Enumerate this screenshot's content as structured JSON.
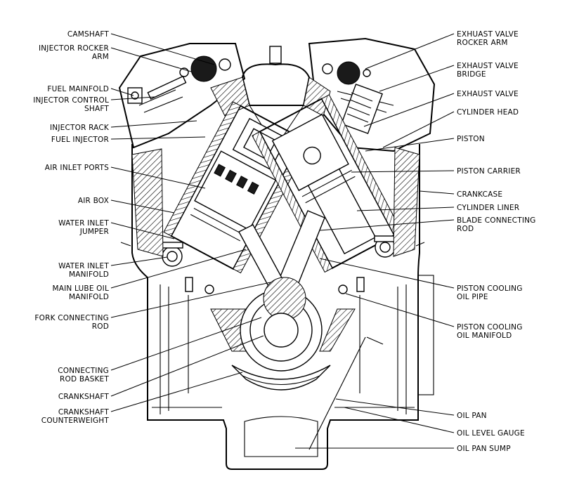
{
  "left_labels": [
    {
      "id": "camshaft",
      "lines": [
        "CAMSHAFT"
      ]
    },
    {
      "id": "injector-rocker-arm",
      "lines": [
        "INJECTOR ROCKER",
        "ARM"
      ]
    },
    {
      "id": "fuel-manifold",
      "lines": [
        "FUEL MAINFOLD"
      ]
    },
    {
      "id": "injector-control-shaft",
      "lines": [
        "INJECTOR CONTROL",
        "SHAFT"
      ]
    },
    {
      "id": "injector-rack",
      "lines": [
        "INJECTOR RACK"
      ]
    },
    {
      "id": "fuel-injector",
      "lines": [
        "FUEL INJECTOR"
      ]
    },
    {
      "id": "air-inlet-ports",
      "lines": [
        "AIR INLET PORTS"
      ]
    },
    {
      "id": "air-box",
      "lines": [
        "AIR BOX"
      ]
    },
    {
      "id": "water-inlet-jumper",
      "lines": [
        "WATER INLET",
        "JUMPER"
      ]
    },
    {
      "id": "water-inlet-manifold",
      "lines": [
        "WATER INLET",
        "MANIFOLD"
      ]
    },
    {
      "id": "main-lube-oil-manifold",
      "lines": [
        "MAIN LUBE OIL",
        "MANIFOLD"
      ]
    },
    {
      "id": "fork-connecting-rod",
      "lines": [
        "FORK CONNECTING",
        "ROD"
      ]
    },
    {
      "id": "connecting-rod-basket",
      "lines": [
        "CONNECTING",
        "ROD BASKET"
      ]
    },
    {
      "id": "crankshaft",
      "lines": [
        "CRANKSHAFT"
      ]
    },
    {
      "id": "crankshaft-counterweight",
      "lines": [
        "CRANKSHAFT",
        "COUNTERWEIGHT"
      ]
    }
  ],
  "right_labels": [
    {
      "id": "exhaust-valve-rocker-arm",
      "lines": [
        "EXHUAST VALVE",
        "ROCKER ARM"
      ]
    },
    {
      "id": "exhaust-valve-bridge",
      "lines": [
        "EXHAUST VALVE",
        "BRIDGE"
      ]
    },
    {
      "id": "exhaust-valve",
      "lines": [
        "EXHAUST VALVE"
      ]
    },
    {
      "id": "cylinder-head",
      "lines": [
        "CYLINDER HEAD"
      ]
    },
    {
      "id": "piston",
      "lines": [
        "PISTON"
      ]
    },
    {
      "id": "piston-carrier",
      "lines": [
        "PISTON CARRIER"
      ]
    },
    {
      "id": "crankcase",
      "lines": [
        "CRANKCASE"
      ]
    },
    {
      "id": "cylinder-liner",
      "lines": [
        "CYLINDER LINER"
      ]
    },
    {
      "id": "blade-connecting-rod",
      "lines": [
        "BLADE CONNECTING",
        "ROD"
      ]
    },
    {
      "id": "piston-cooling-oil-pipe",
      "lines": [
        "PISTON COOLING",
        "OIL PIPE"
      ]
    },
    {
      "id": "piston-cooling-oil-manifold",
      "lines": [
        "PISTON COOLING",
        "OIL MANIFOLD"
      ]
    },
    {
      "id": "oil-pan",
      "lines": [
        "OIL PAN"
      ]
    },
    {
      "id": "oil-level-gauge",
      "lines": [
        "OIL LEVEL GAUGE"
      ]
    },
    {
      "id": "oil-pan-sump",
      "lines": [
        "OIL PAN SUMP"
      ]
    }
  ]
}
